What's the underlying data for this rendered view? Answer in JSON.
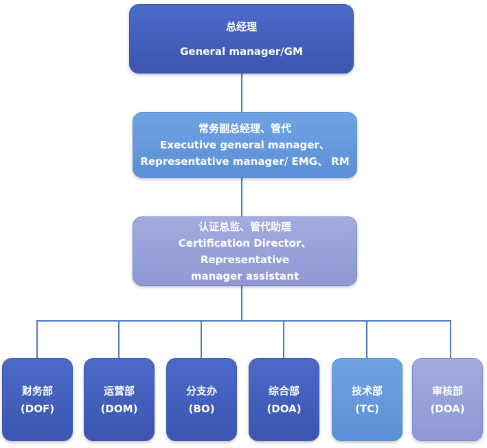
{
  "chart": {
    "gm": {
      "line1": "总经理",
      "line2": "General manager/GM"
    },
    "emg": {
      "line1": "常务副总经理、管代",
      "line2": "Executive general manager、",
      "line3": "Representative manager/ EMG、 RM"
    },
    "cd": {
      "line1": "认证总监、管代助理",
      "line2": "Certification Director、 Representative",
      "line3": "manager assistant"
    },
    "departments": [
      {
        "name": "财务部",
        "code": "(DOF)"
      },
      {
        "name": "运营部",
        "code": "(DOM)"
      },
      {
        "name": "分支办",
        "code": "(BO)"
      },
      {
        "name": "综合部",
        "code": "(DOA)"
      },
      {
        "name": "技术部",
        "code": "(TC)"
      },
      {
        "name": "审核部",
        "code": "(DOA)"
      }
    ]
  },
  "colors": {
    "dark": "#3f5cb8",
    "medium": "#679ade",
    "light": "#98a2d8",
    "connector": "#4f7bc0"
  }
}
